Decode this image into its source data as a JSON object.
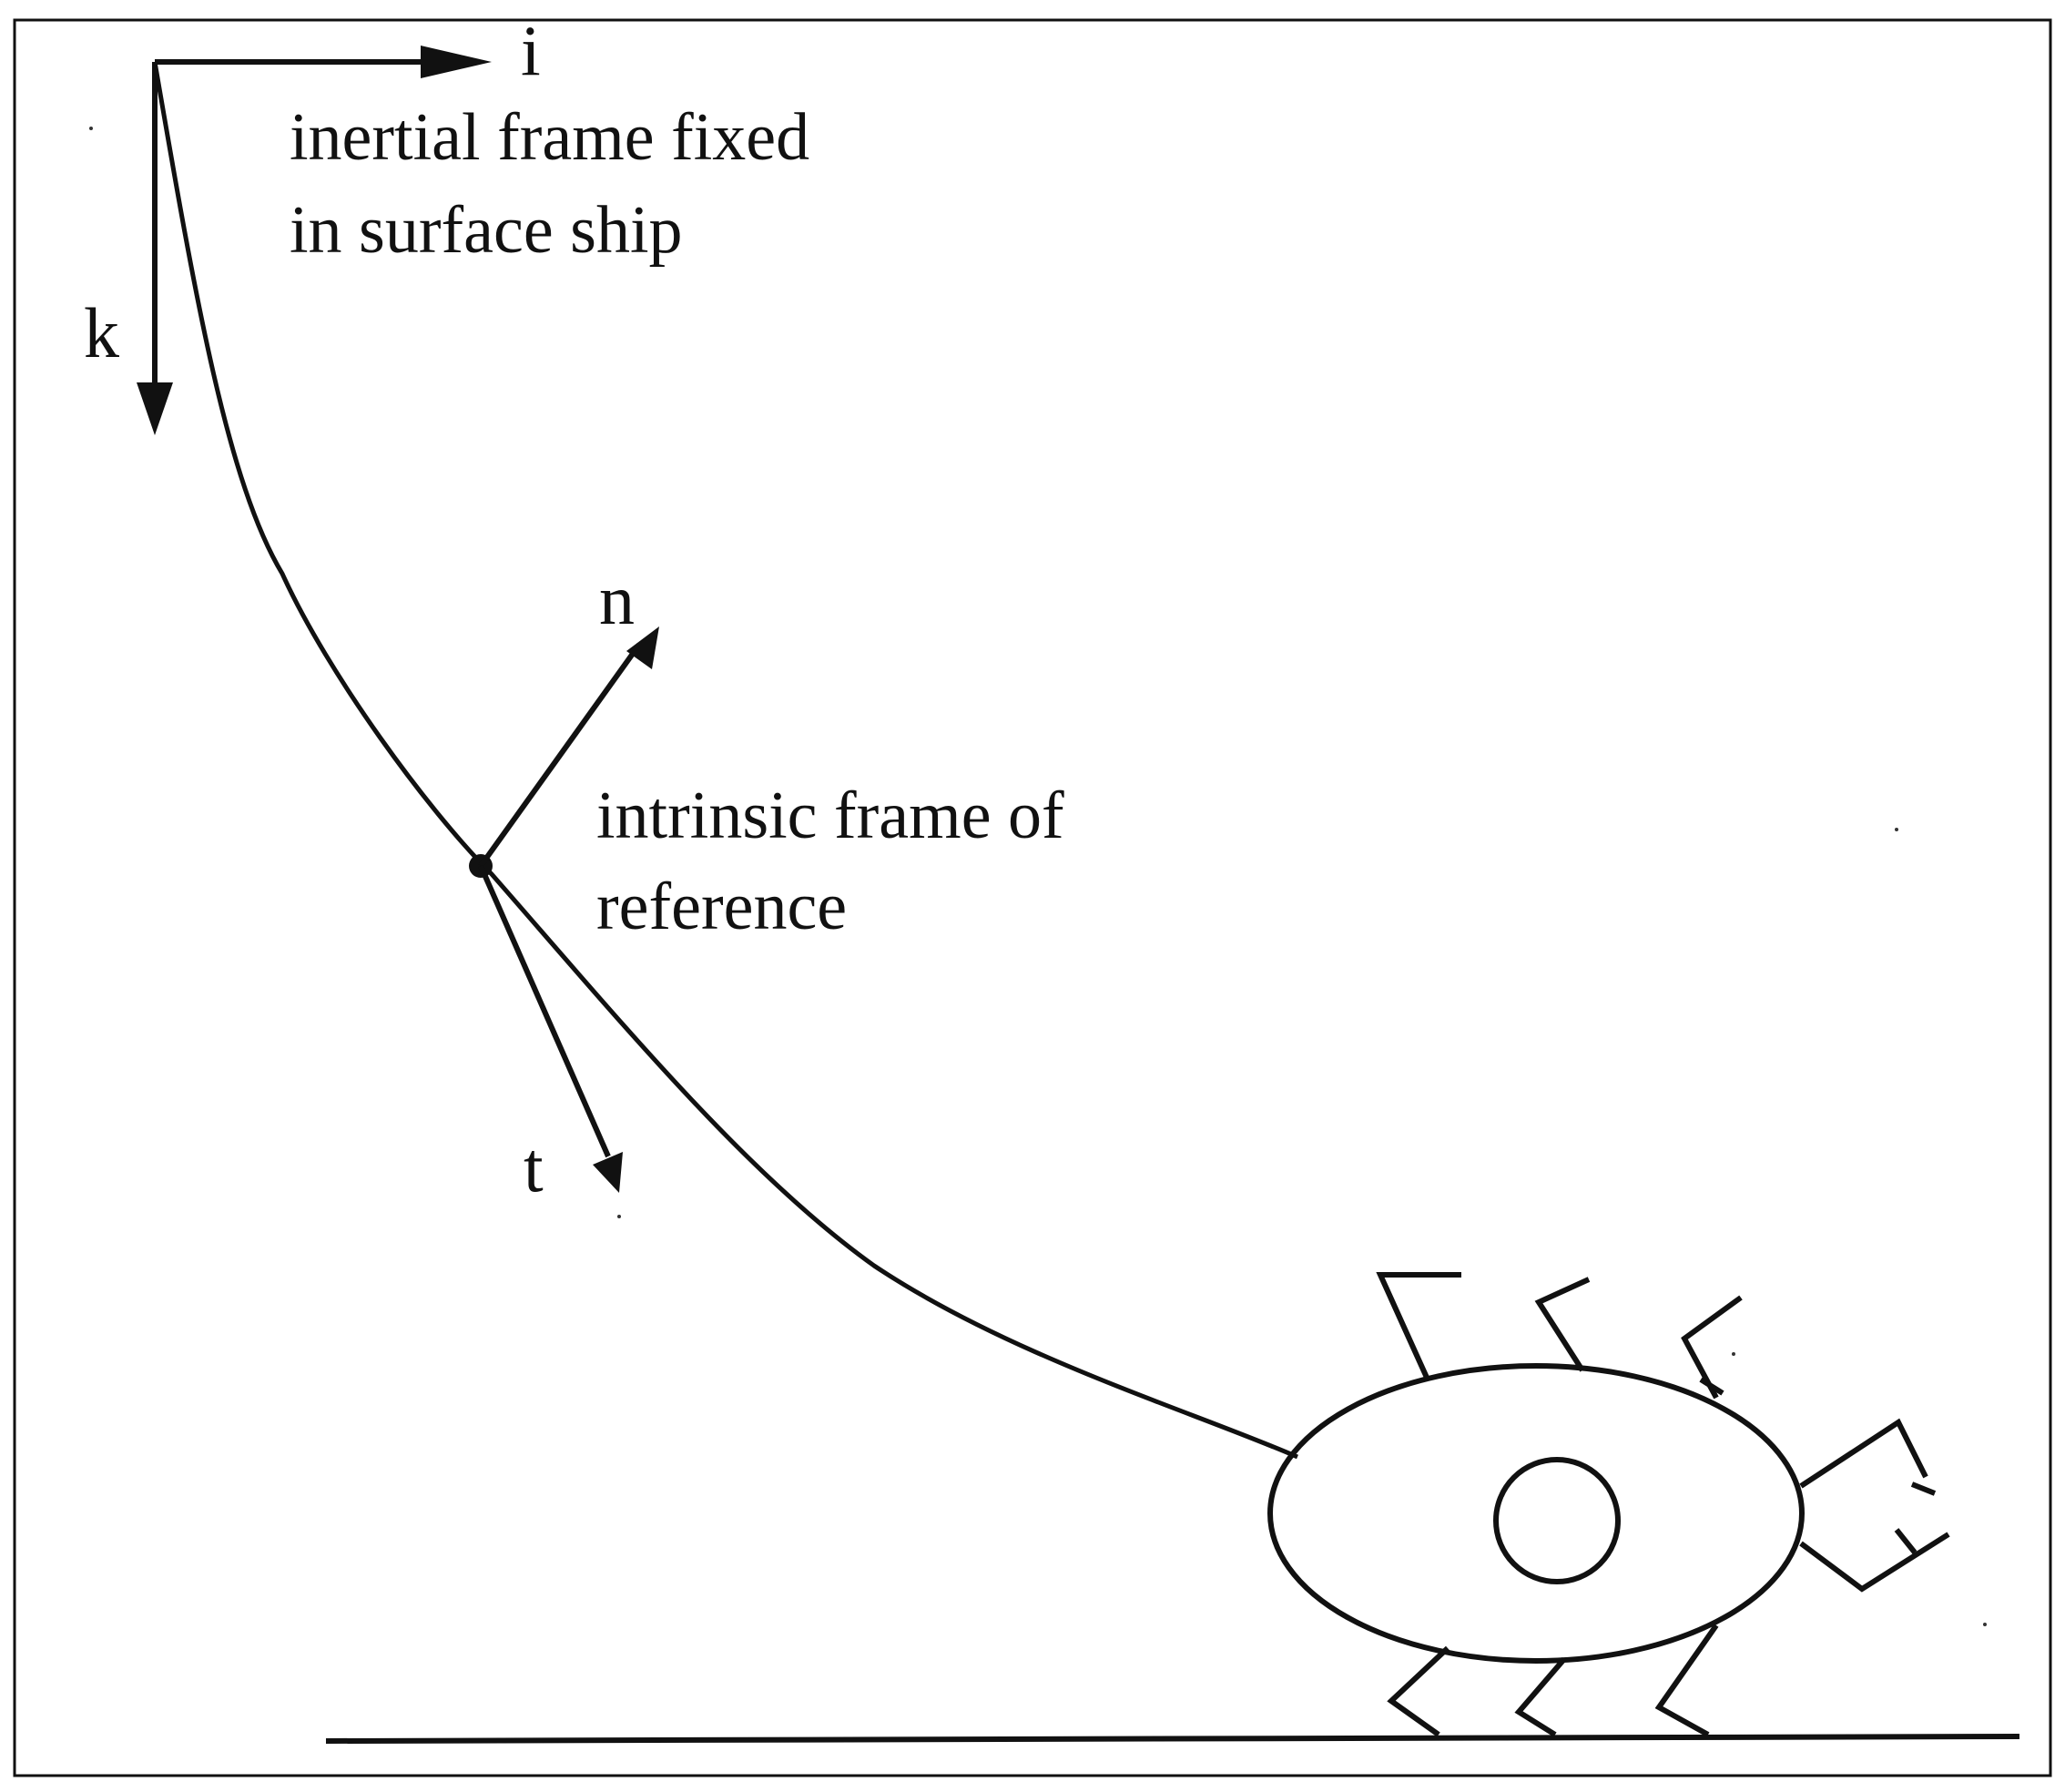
{
  "diagram": {
    "inertial_frame": {
      "axis_i": "i",
      "axis_k": "k",
      "label_line1": "inertial frame fixed",
      "label_line2": "in surface ship"
    },
    "intrinsic_frame": {
      "axis_n": "n",
      "axis_t": "t",
      "label_line1": "intrinsic frame of",
      "label_line2": "reference"
    },
    "colors": {
      "ink": "#111111",
      "background": "#ffffff"
    }
  }
}
